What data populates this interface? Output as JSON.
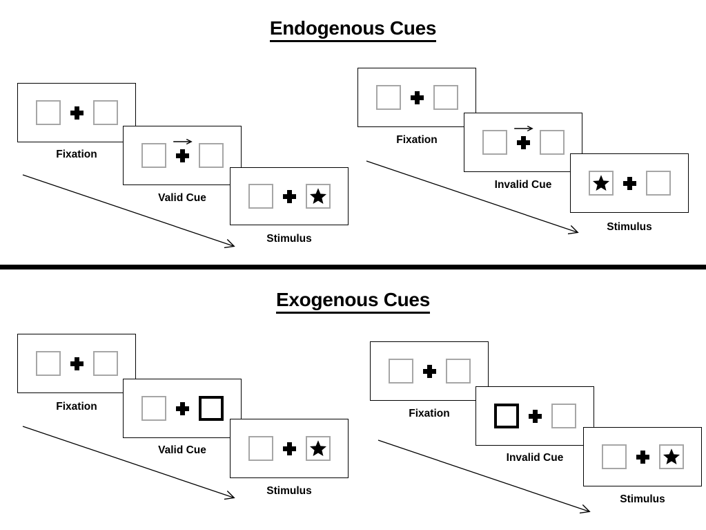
{
  "figure": {
    "title_top": "Endogenous Cues",
    "title_bottom": "Exogenous Cues"
  },
  "labels": {
    "fixation": "Fixation",
    "valid_cue": "Valid Cue",
    "invalid_cue": "Invalid Cue",
    "stimulus": "Stimulus"
  },
  "icons": {
    "fixation_cross": "plus-cross-icon",
    "placeholder_box": "placeholder-box-icon",
    "cue_arrow": "right-arrow-cue-icon",
    "target_star": "star-target-icon",
    "sequence_arrow": "diagonal-sequence-arrow-icon"
  },
  "colors": {
    "box_border": "#a6a6a6",
    "cued_box_border": "#000000",
    "frame_border": "#000000",
    "ink": "#000000",
    "background": "#ffffff"
  },
  "sections": [
    {
      "id": "endogenous",
      "title": "Endogenous Cues",
      "streams": [
        {
          "id": "endogenous-valid",
          "condition": "Valid Cue",
          "frames": [
            {
              "caption": "Fixation",
              "left_box": {
                "cued": false,
                "contains": "empty"
              },
              "right_box": {
                "cued": false,
                "contains": "empty"
              },
              "cue_arrow": null
            },
            {
              "caption": "Valid Cue",
              "left_box": {
                "cued": false,
                "contains": "empty"
              },
              "right_box": {
                "cued": false,
                "contains": "empty"
              },
              "cue_arrow": "right"
            },
            {
              "caption": "Stimulus",
              "left_box": {
                "cued": false,
                "contains": "empty"
              },
              "right_box": {
                "cued": false,
                "contains": "star"
              },
              "cue_arrow": null
            }
          ]
        },
        {
          "id": "endogenous-invalid",
          "condition": "Invalid Cue",
          "frames": [
            {
              "caption": "Fixation",
              "left_box": {
                "cued": false,
                "contains": "empty"
              },
              "right_box": {
                "cued": false,
                "contains": "empty"
              },
              "cue_arrow": null
            },
            {
              "caption": "Invalid Cue",
              "left_box": {
                "cued": false,
                "contains": "empty"
              },
              "right_box": {
                "cued": false,
                "contains": "empty"
              },
              "cue_arrow": "right"
            },
            {
              "caption": "Stimulus",
              "left_box": {
                "cued": false,
                "contains": "star"
              },
              "right_box": {
                "cued": false,
                "contains": "empty"
              },
              "cue_arrow": null
            }
          ]
        }
      ]
    },
    {
      "id": "exogenous",
      "title": "Exogenous Cues",
      "streams": [
        {
          "id": "exogenous-valid",
          "condition": "Valid Cue",
          "frames": [
            {
              "caption": "Fixation",
              "left_box": {
                "cued": false,
                "contains": "empty"
              },
              "right_box": {
                "cued": false,
                "contains": "empty"
              },
              "cue_arrow": null
            },
            {
              "caption": "Valid Cue",
              "left_box": {
                "cued": false,
                "contains": "empty"
              },
              "right_box": {
                "cued": true,
                "contains": "empty"
              },
              "cue_arrow": null
            },
            {
              "caption": "Stimulus",
              "left_box": {
                "cued": false,
                "contains": "empty"
              },
              "right_box": {
                "cued": false,
                "contains": "star"
              },
              "cue_arrow": null
            }
          ]
        },
        {
          "id": "exogenous-invalid",
          "condition": "Invalid Cue",
          "frames": [
            {
              "caption": "Fixation",
              "left_box": {
                "cued": false,
                "contains": "empty"
              },
              "right_box": {
                "cued": false,
                "contains": "empty"
              },
              "cue_arrow": null
            },
            {
              "caption": "Invalid Cue",
              "left_box": {
                "cued": true,
                "contains": "empty"
              },
              "right_box": {
                "cued": false,
                "contains": "empty"
              },
              "cue_arrow": null
            },
            {
              "caption": "Stimulus",
              "left_box": {
                "cued": false,
                "contains": "empty"
              },
              "right_box": {
                "cued": false,
                "contains": "star"
              },
              "cue_arrow": null
            }
          ]
        }
      ]
    }
  ]
}
